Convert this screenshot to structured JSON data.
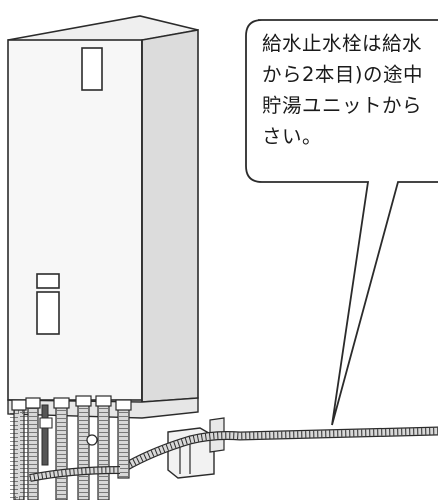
{
  "callout": {
    "lines": [
      "給水止水栓は給水",
      "から2本目)の途中",
      "貯湯ユニットから",
      "さい。"
    ]
  },
  "colors": {
    "line": "#2b2b2b",
    "panel_light": "#f7f7f7",
    "panel_side": "#dcdcdc",
    "panel_top": "#efefef",
    "pipe": "#d8d8d8"
  }
}
